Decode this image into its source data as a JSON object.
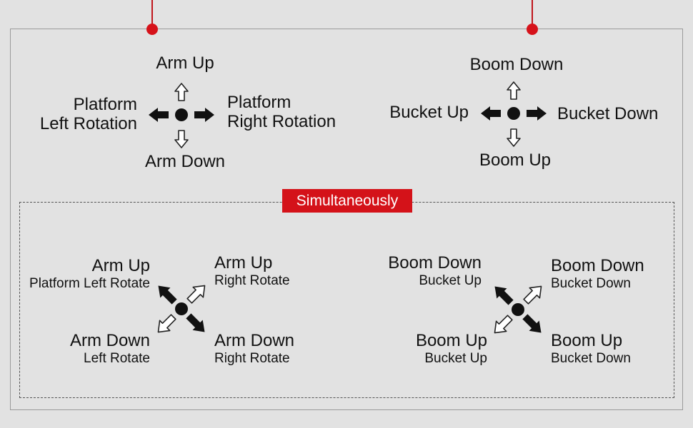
{
  "top_left": {
    "up": "Arm Up",
    "down": "Arm Down",
    "left": [
      "Platform",
      "Left Rotation"
    ],
    "right": [
      "Platform",
      "Right Rotation"
    ]
  },
  "top_right": {
    "up": "Boom Down",
    "down": "Boom Up",
    "left": "Bucket Up",
    "right": "Bucket Down"
  },
  "badge": "Simultaneously",
  "bottom_left": {
    "ul": {
      "main": "Arm Up",
      "sub": "Platform Left Rotate"
    },
    "ur": {
      "main": "Arm Up",
      "sub": "Right Rotate"
    },
    "ll": {
      "main": "Arm Down",
      "sub": "Left Rotate"
    },
    "lr": {
      "main": "Arm Down",
      "sub": "Right Rotate"
    }
  },
  "bottom_right": {
    "ul": {
      "main": "Boom Down",
      "sub": "Bucket Up"
    },
    "ur": {
      "main": "Boom Down",
      "sub": "Bucket Down"
    },
    "ll": {
      "main": "Boom Up",
      "sub": "Bucket Up"
    },
    "lr": {
      "main": "Boom Up",
      "sub": "Bucket Down"
    }
  },
  "colors": {
    "accent": "#d41219",
    "background": "#e2e2e2"
  }
}
